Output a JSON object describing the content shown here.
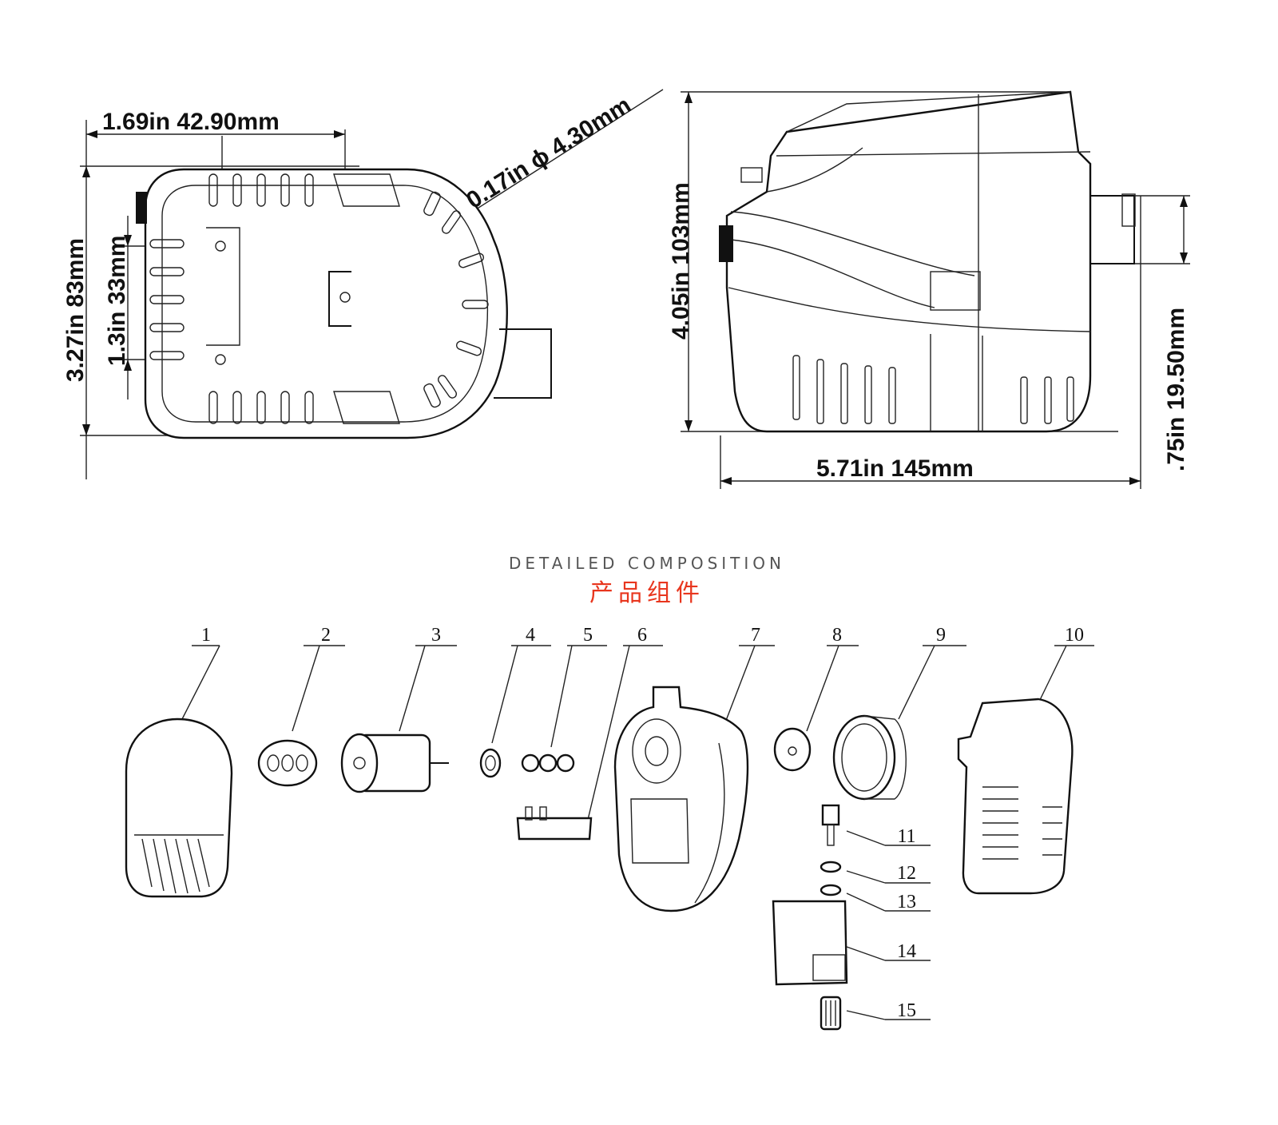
{
  "accent": "#e8361e",
  "dimensions": {
    "top_width": "1.69in  42.90mm",
    "hole_diameter": "0.17in ϕ 4.30mm",
    "top_height": "3.27in 83mm",
    "top_inner_height": "1.3in 33mm",
    "side_height": "4.05in 103mm",
    "side_width": "5.71in  145mm",
    "outlet_height": ".75in 19.50mm"
  },
  "composition": {
    "title_en": "DETAILED COMPOSITION",
    "title_cn": "产品组件",
    "labels": [
      "1",
      "2",
      "3",
      "4",
      "5",
      "6",
      "7",
      "8",
      "9",
      "10",
      "11",
      "12",
      "13",
      "14",
      "15"
    ]
  }
}
